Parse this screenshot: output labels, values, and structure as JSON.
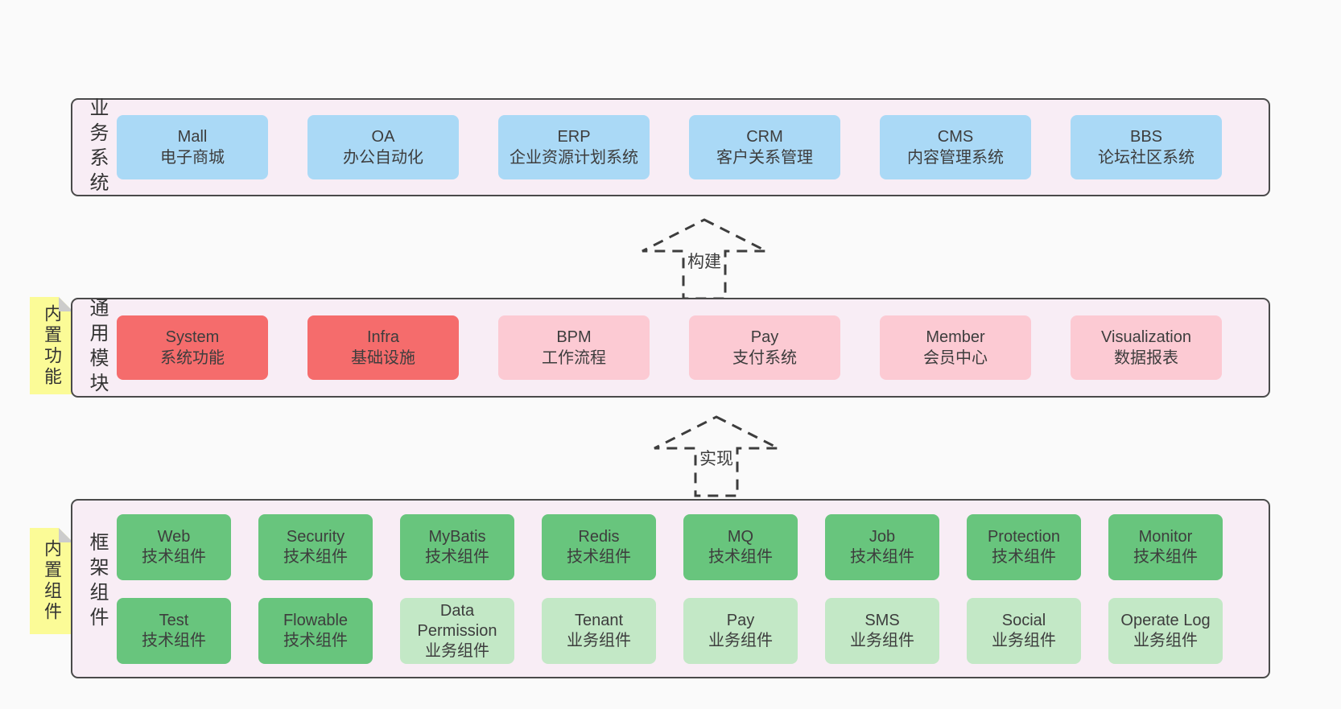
{
  "colors": {
    "page-bg": "#fafafa",
    "panel-bg": "#f8edf5",
    "panel-border": "#4a4a4a",
    "blue": "#aad9f6",
    "red": "#f56c6c",
    "pink": "#fccad3",
    "green-dark": "#68c57d",
    "green-light": "#c3e8c6",
    "note-yellow": "#fbfb97",
    "note-fold": "#cccccc",
    "text": "#3d3d3d"
  },
  "layers": {
    "business": {
      "label": "业务系统",
      "boxes": [
        {
          "title": "Mall",
          "subtitle": "电子商城",
          "variant": "blue"
        },
        {
          "title": "OA",
          "subtitle": "办公自动化",
          "variant": "blue"
        },
        {
          "title": "ERP",
          "subtitle": "企业资源计划系统",
          "variant": "blue"
        },
        {
          "title": "CRM",
          "subtitle": "客户关系管理",
          "variant": "blue"
        },
        {
          "title": "CMS",
          "subtitle": "内容管理系统",
          "variant": "blue"
        },
        {
          "title": "BBS",
          "subtitle": "论坛社区系统",
          "variant": "blue"
        }
      ]
    },
    "modules": {
      "label": "通用模块",
      "note": "内置功能",
      "boxes": [
        {
          "title": "System",
          "subtitle": "系统功能",
          "variant": "red"
        },
        {
          "title": "Infra",
          "subtitle": "基础设施",
          "variant": "red"
        },
        {
          "title": "BPM",
          "subtitle": "工作流程",
          "variant": "pink"
        },
        {
          "title": "Pay",
          "subtitle": "支付系统",
          "variant": "pink"
        },
        {
          "title": "Member",
          "subtitle": "会员中心",
          "variant": "pink"
        },
        {
          "title": "Visualization",
          "subtitle": "数据报表",
          "variant": "pink"
        }
      ]
    },
    "components": {
      "label": "框架组件",
      "note": "内置组件",
      "rows": [
        [
          {
            "title": "Web",
            "subtitle": "技术组件",
            "variant": "green-dark"
          },
          {
            "title": "Security",
            "subtitle": "技术组件",
            "variant": "green-dark"
          },
          {
            "title": "MyBatis",
            "subtitle": "技术组件",
            "variant": "green-dark"
          },
          {
            "title": "Redis",
            "subtitle": "技术组件",
            "variant": "green-dark"
          },
          {
            "title": "MQ",
            "subtitle": "技术组件",
            "variant": "green-dark"
          },
          {
            "title": "Job",
            "subtitle": "技术组件",
            "variant": "green-dark"
          },
          {
            "title": "Protection",
            "subtitle": "技术组件",
            "variant": "green-dark"
          },
          {
            "title": "Monitor",
            "subtitle": "技术组件",
            "variant": "green-dark"
          }
        ],
        [
          {
            "title": "Test",
            "subtitle": "技术组件",
            "variant": "green-dark"
          },
          {
            "title": "Flowable",
            "subtitle": "技术组件",
            "variant": "green-dark"
          },
          {
            "title": "Data Permission",
            "subtitle": "业务组件",
            "variant": "green-light"
          },
          {
            "title": "Tenant",
            "subtitle": "业务组件",
            "variant": "green-light"
          },
          {
            "title": "Pay",
            "subtitle": "业务组件",
            "variant": "green-light"
          },
          {
            "title": "SMS",
            "subtitle": "业务组件",
            "variant": "green-light"
          },
          {
            "title": "Social",
            "subtitle": "业务组件",
            "variant": "green-light"
          },
          {
            "title": "Operate Log",
            "subtitle": "业务组件",
            "variant": "green-light"
          }
        ]
      ]
    }
  },
  "arrows": [
    {
      "label": "构建"
    },
    {
      "label": "实现"
    }
  ]
}
